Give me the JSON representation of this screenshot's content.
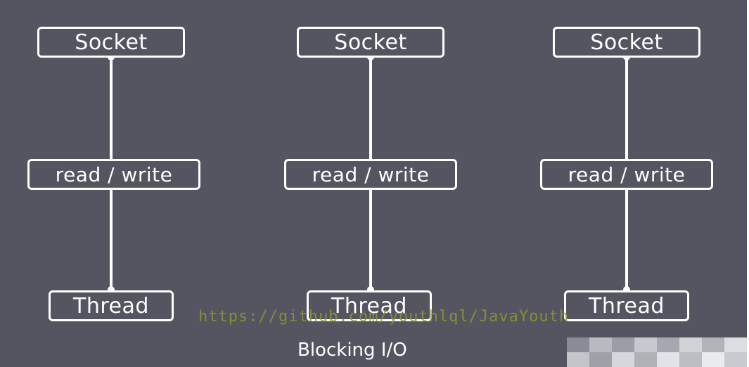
{
  "diagram": {
    "columns": [
      {
        "socket_label": "Socket",
        "rw_label": "read / write",
        "thread_label": "Thread"
      },
      {
        "socket_label": "Socket",
        "rw_label": "read / write",
        "thread_label": "Thread"
      },
      {
        "socket_label": "Socket",
        "rw_label": "read / write",
        "thread_label": "Thread"
      }
    ],
    "caption": "Blocking I/O",
    "watermark": "https://github.com/youthlql/JavaYouth",
    "colors": {
      "background": "#545561",
      "node_border": "#ffffff",
      "text": "#ffffff",
      "watermark": "#8f9a2c"
    }
  }
}
